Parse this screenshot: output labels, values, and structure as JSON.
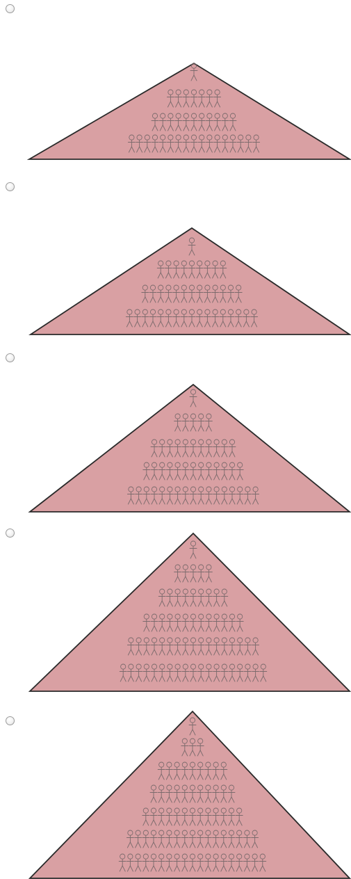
{
  "question": {
    "options": [
      {
        "id": "a",
        "selected": false,
        "figure_rows": [
          1,
          7,
          11,
          17
        ]
      },
      {
        "id": "b",
        "selected": false,
        "figure_rows": [
          1,
          9,
          13,
          17
        ]
      },
      {
        "id": "c",
        "selected": false,
        "figure_rows": [
          1,
          5,
          11,
          13,
          17
        ]
      },
      {
        "id": "d",
        "selected": false,
        "figure_rows": [
          1,
          5,
          9,
          13,
          17,
          19
        ]
      },
      {
        "id": "e",
        "selected": false,
        "figure_rows": [
          1,
          3,
          9,
          11,
          13,
          17,
          19
        ]
      }
    ]
  },
  "colors": {
    "pyramid_fill": "#d9a0a3",
    "pyramid_stroke": "#2a2a2a",
    "figure_stroke": "#7b6a6c",
    "radio_border": "#9b9b9b"
  },
  "icons": {
    "option_control": "radio-button-icon",
    "person": "stick-figure-icon"
  }
}
